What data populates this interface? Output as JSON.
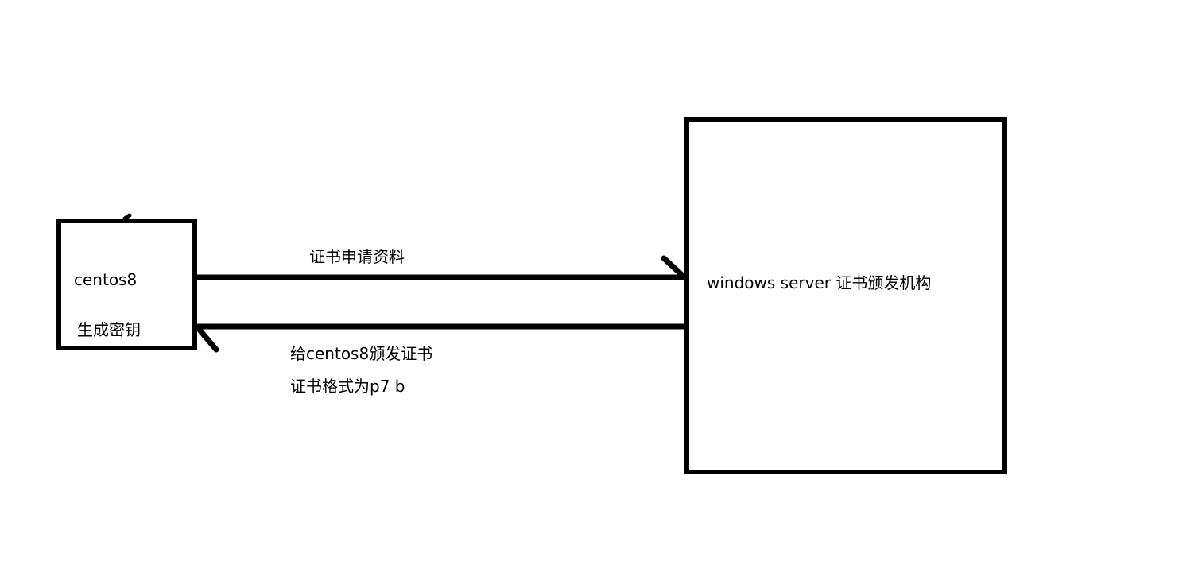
{
  "nodes": {
    "client": {
      "name": "centos8",
      "action": "生成密钥"
    },
    "ca": {
      "name": "windows  server 证书颁发机构"
    }
  },
  "edges": {
    "request": {
      "label": "证书申请资料"
    },
    "issue": {
      "label_line1": "给centos8颁发证书",
      "label_line2": "证书格式为p7 b"
    }
  },
  "colors": {
    "stroke": "#000000",
    "background": "#ffffff"
  }
}
